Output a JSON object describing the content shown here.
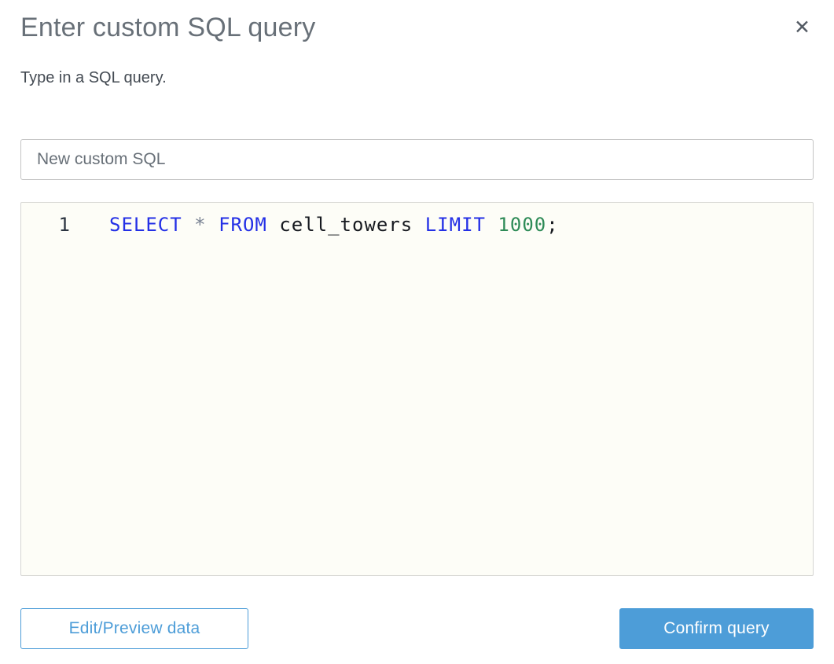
{
  "dialog": {
    "title": "Enter custom SQL query",
    "subtitle": "Type in a SQL query.",
    "close_icon": "✕"
  },
  "name_input": {
    "value": "New custom SQL"
  },
  "editor": {
    "lines": [
      {
        "number": "1",
        "text": "SELECT * FROM cell_towers LIMIT 1000;",
        "tokens": [
          {
            "type": "keyword",
            "text": "SELECT"
          },
          {
            "type": "plain",
            "text": " "
          },
          {
            "type": "operator",
            "text": "*"
          },
          {
            "type": "plain",
            "text": " "
          },
          {
            "type": "keyword",
            "text": "FROM"
          },
          {
            "type": "plain",
            "text": " "
          },
          {
            "type": "identifier",
            "text": "cell_towers"
          },
          {
            "type": "plain",
            "text": " "
          },
          {
            "type": "keyword",
            "text": "LIMIT"
          },
          {
            "type": "plain",
            "text": " "
          },
          {
            "type": "number",
            "text": "1000"
          },
          {
            "type": "punctuation",
            "text": ";"
          }
        ]
      }
    ]
  },
  "footer": {
    "edit_preview_label": "Edit/Preview data",
    "confirm_label": "Confirm query"
  },
  "colors": {
    "accent_blue": "#4d9dd8",
    "keyword": "#2430e6",
    "operator": "#7b8494",
    "identifier": "#16191f",
    "number_literal": "#2e8b57",
    "title_gray": "#687078",
    "editor_background": "#fdfdf7"
  }
}
